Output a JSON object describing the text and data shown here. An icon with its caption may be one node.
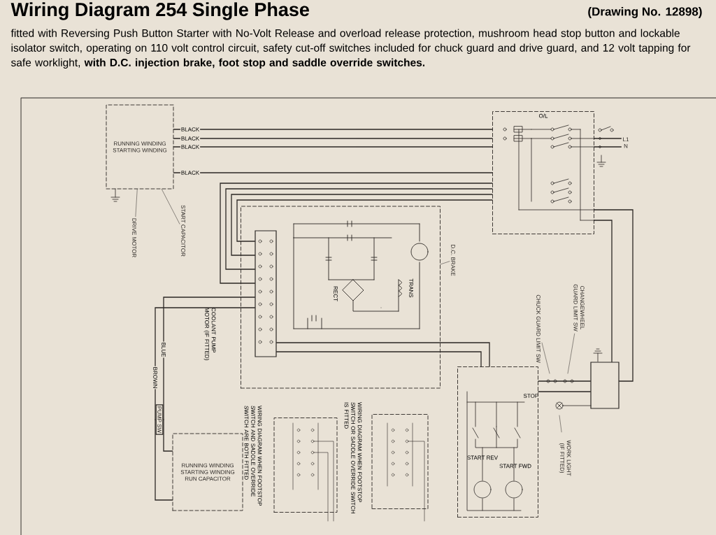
{
  "diagram": {
    "title": "Wiring Diagram 254 Single Phase",
    "caption": "fitted with Reversing Push Button Starter with No-Volt Release and overload release protection, mushroom head stop button and lockable isolator switch, operating on 110 volt control circuit, safety cut-off switches included for chuck guard and drive guard, and 12 volt tapping for safe worklight, **with D.C. injection brake, foot stop and saddle override switches.**",
    "nodes": [
      {
        "text": [
          "RUNNING WINDING",
          "STARTING WINDING"
        ]
      },
      {
        "text": [
          "DRIVE MOTOR"
        ]
      },
      {
        "text": [
          "START CAPACITOR"
        ]
      },
      {
        "text": [
          "O/L"
        ]
      },
      {
        "text": [
          "L1",
          "N"
        ]
      },
      {
        "text": [],
        "shape": "box"
      },
      {
        "text": [],
        "shape": "box",
        "in": 5
      },
      {
        "text": [
          "D.C. BRAKE"
        ]
      },
      {
        "text": [
          "CHANGEWHEEL GUARD LIMIT SW"
        ]
      },
      {
        "text": [
          "CHUCK GUARD LIMIT SW"
        ]
      },
      {
        "text": [],
        "shape": "box"
      },
      {
        "text": [],
        "shape": "box"
      },
      {
        "text": [
          "WORK LIGHT (IF FITTED)"
        ]
      },
      {
        "text": [
          "PUMP SW"
        ]
      },
      {
        "text": [
          "RUNNING WINDING",
          "STARTING WINDING",
          "RUN CAPACITOR"
        ]
      },
      {
        "text": [],
        "shape": "box"
      },
      {
        "text": [],
        "shape": "box"
      }
    ],
    "edges": [
      {
        "from": 0,
        "to": 3,
        "arrow": "none",
        "label": "BLACK"
      },
      {
        "from": 0,
        "to": 3,
        "arrow": "none",
        "label": "BLACK"
      },
      {
        "from": 0,
        "to": 3,
        "arrow": "none",
        "label": "BLACK"
      },
      {
        "from": 0,
        "to": 3,
        "arrow": "none",
        "label": "BLACK"
      },
      {
        "from": 3,
        "to": 6,
        "arrow": "none"
      },
      {
        "from": 3,
        "to": 6,
        "arrow": "none"
      },
      {
        "from": 3,
        "to": 6,
        "arrow": "none"
      },
      {
        "from": 3,
        "to": 6,
        "arrow": "none"
      },
      {
        "from": 6,
        "to": 10,
        "arrow": "none"
      },
      {
        "from": 6,
        "to": 10,
        "arrow": "none"
      },
      {
        "from": 3,
        "to": 11,
        "arrow": "none"
      },
      {
        "from": 3,
        "to": 11,
        "arrow": "none"
      },
      {
        "from": 6,
        "to": 13,
        "arrow": "none",
        "label": "BLUE"
      },
      {
        "from": 6,
        "to": 13,
        "arrow": "none",
        "label": "BROWN"
      },
      {
        "from": 13,
        "to": 14,
        "arrow": "none"
      },
      {
        "from": 13,
        "to": 14,
        "arrow": "none"
      },
      {
        "from": 10,
        "to": 11,
        "arrow": "none"
      },
      {
        "from": 10,
        "to": 11,
        "arrow": "none"
      },
      {
        "from": 1,
        "to": 0,
        "arrow": "none"
      },
      {
        "from": 2,
        "to": 0,
        "arrow": "none"
      },
      {
        "from": 7,
        "to": 5,
        "arrow": "none"
      },
      {
        "from": 9,
        "to": null,
        "arrow": "none"
      },
      {
        "from": 8,
        "to": null,
        "arrow": "none"
      },
      {
        "from": 12,
        "to": null,
        "arrow": "none"
      },
      {
        "from": 3,
        "to": 4,
        "arrow": "none"
      },
      {
        "from": 3,
        "to": 4,
        "arrow": "none"
      }
    ],
    "labels": [
      "(Drawing No. 12898)",
      "RECT",
      "TRANS",
      "STOP",
      "START REV",
      "START FWD",
      "COOLANT PUMP MOTOR (IF FITTED)",
      "WIRING DIAGRAM WHEN FOOTSTOP SWITCH AND SADDLE OVERRIDE SWITCH ARE BOTH FITTED",
      "WIRING DIAGRAM WHEN FOOTSTOP SWITCH OR SADDLE OVERRIDE SWITCH IS FITTED"
    ]
  }
}
